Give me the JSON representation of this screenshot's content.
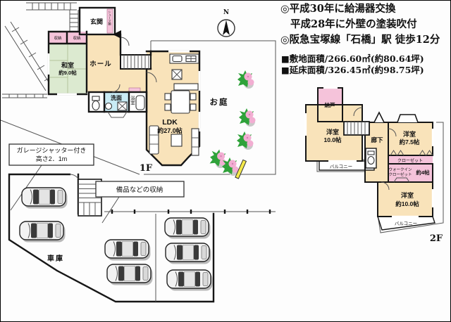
{
  "notes": {
    "renovation1": "◎平成30年に給湯器交換",
    "renovation2": "平成28年に外壁の塗装吹付",
    "station": "◎阪急宝塚線「石橋」駅 徒歩12分",
    "land_area": "■敷地面積/266.60㎡(約80.64坪)",
    "total_floor_area": "■延床面積/326.45㎡(約98.75坪)"
  },
  "compass": {
    "north_label": "N"
  },
  "floor1": {
    "floor_label": "1F",
    "entrance": "玄関",
    "shoe_shelf": "シューズ棚",
    "hall": "ホール",
    "japanese_room": "和室",
    "japanese_room_size": "約9.0帖",
    "closet_left": "収納",
    "closet_right": "収納",
    "washroom": "洗面",
    "bathroom": "浴室",
    "ldk": "LDK",
    "ldk_size": "約27.0帖",
    "garden": "お庭"
  },
  "garage": {
    "label": "車庫",
    "shutter_note1": "ガレージシャッター付き",
    "shutter_note2": "高さ2．1m",
    "storage_note": "備品などの収納"
  },
  "floor2": {
    "floor_label": "2F",
    "storeroom": "納戸",
    "west_room1": "洋室",
    "west_room1_size": "10.0帖",
    "corridor": "廊下",
    "west_room2": "洋室",
    "west_room2_size": "約7.5帖",
    "closet": "クローゼット",
    "wic_line1": "ウォークイン",
    "wic_line2": "クローゼット",
    "wic_size": "約4帖",
    "west_room3": "洋室",
    "west_room3_size": "約10.0帖",
    "balcony_west": "バルコニー",
    "balcony_south": "バルコニー"
  },
  "colors": {
    "room_cream": "#f9e3ba",
    "closet_pink": "#f5c3da",
    "tatami_green": "#dcead0",
    "water_blue": "#c9ecf5",
    "flower_pink": "#f2aed2",
    "leaf_green": "#2fa23a",
    "pole_yellow": "#f4e94b"
  }
}
